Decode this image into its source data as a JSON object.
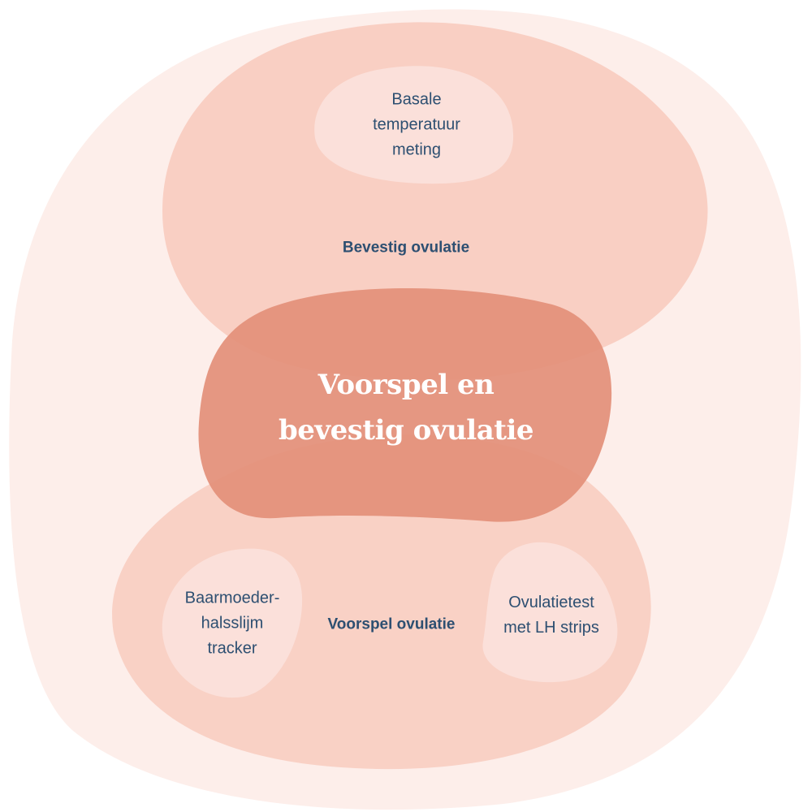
{
  "diagram": {
    "center_title": [
      "Voorspel en",
      "bevestig ovulatie"
    ],
    "top_group": {
      "label": "Bevestig ovulatie",
      "items": [
        [
          "Basale",
          "temperatuur",
          "meting"
        ]
      ]
    },
    "bottom_group": {
      "label": "Voorspel ovulatie",
      "items": [
        [
          "Baarmoeder-",
          "halsslijm",
          "tracker"
        ],
        [
          "Ovulatietest",
          "met LH strips"
        ]
      ]
    }
  },
  "colors": {
    "outer": "#fdeeea",
    "group": "#f9cfc3",
    "center": "#e3907a",
    "item": "#fbe0da",
    "text": "#2d4f71"
  }
}
